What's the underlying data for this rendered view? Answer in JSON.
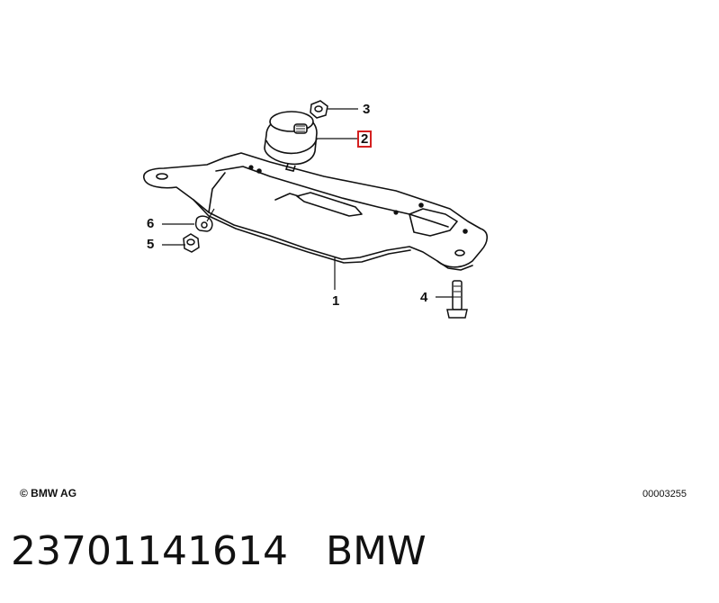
{
  "diagram": {
    "callouts": [
      {
        "number": "3",
        "highlighted": false
      },
      {
        "number": "2",
        "highlighted": true
      },
      {
        "number": "6",
        "highlighted": false
      },
      {
        "number": "5",
        "highlighted": false
      },
      {
        "number": "1",
        "highlighted": false
      },
      {
        "number": "4",
        "highlighted": false
      }
    ],
    "highlight_color": "#d42020"
  },
  "footer": {
    "copyright": "© BMW AG",
    "diagram_id": "00003255"
  },
  "caption": {
    "part_number": "23701141614",
    "brand": "BMW"
  }
}
